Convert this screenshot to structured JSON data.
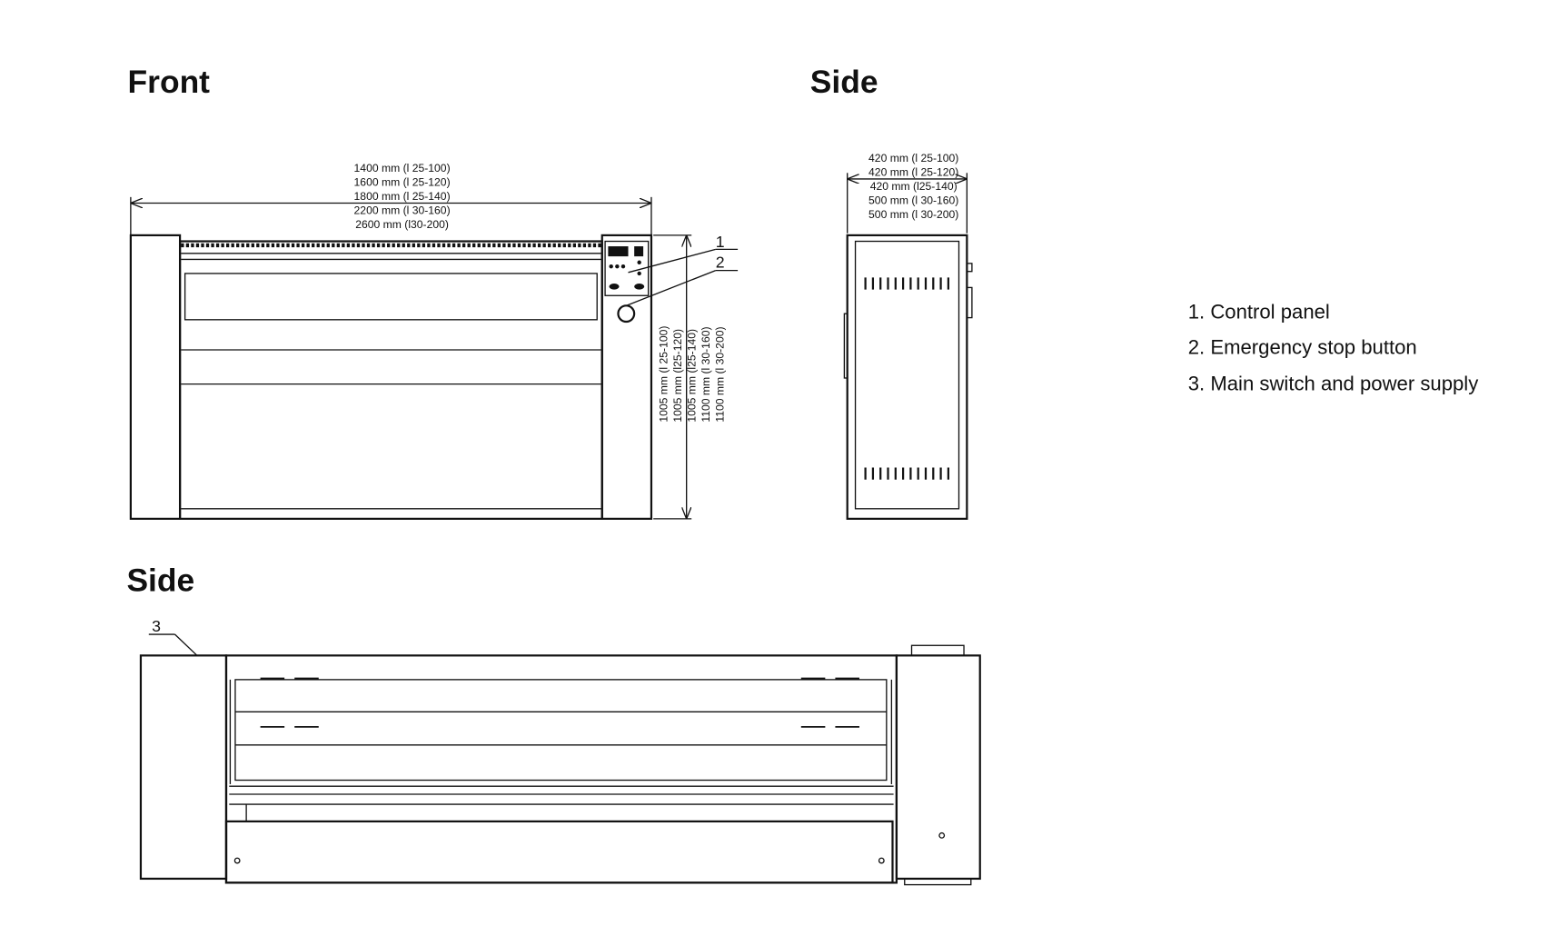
{
  "headings": {
    "front": "Front",
    "side_top": "Side",
    "side_bottom": "Side"
  },
  "front_width_dims": [
    "1400 mm (l 25-100)",
    "1600 mm (l 25-120)",
    "1800 mm (l 25-140)",
    "2200 mm (l 30-160)",
    "2600 mm (l30-200)"
  ],
  "front_height_dims": [
    "1005 mm (l 25-100)",
    "1005 mm (l25-120)",
    "1005 mm (l25-140)",
    "1100 mm (l 30-160)",
    "1100 mm (l 30-200)"
  ],
  "side_depth_dims": [
    "420 mm (l 25-100)",
    "420 mm (l 25-120)",
    "420 mm (l25-140)",
    "500 mm (l 30-160)",
    "500 mm (l 30-200)"
  ],
  "callouts": [
    "1",
    "2",
    "3"
  ],
  "legend": [
    "1. Control panel",
    "2. Emergency stop button",
    "3. Main switch and power supply"
  ]
}
